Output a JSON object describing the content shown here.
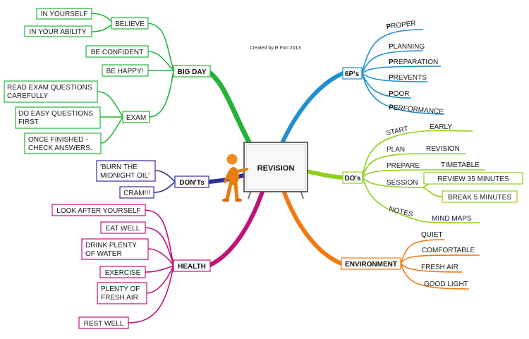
{
  "credit": "Created by R Fan 2013",
  "central": "REVISION",
  "big_day": {
    "label": "BIG DAY",
    "believe": {
      "label": "BELIEVE",
      "items": [
        "IN YOURSELF",
        "IN YOUR ABILITY"
      ]
    },
    "be_confident": "BE CONFIDENT",
    "be_happy": "BE HAPPY!",
    "exam": {
      "label": "EXAM",
      "items": [
        [
          "READ EXAM QUESTIONS",
          "CAREFULLY"
        ],
        [
          "DO EASY QUESTIONS",
          "FIRST"
        ],
        [
          "ONCE FINISHED -",
          "CHECK ANSWERS."
        ]
      ]
    }
  },
  "donts": {
    "label": "DON'Ts",
    "items": [
      [
        "'BURN THE",
        "MIDNIGHT OIL'"
      ],
      [
        "CRAM!!!"
      ]
    ]
  },
  "health": {
    "label": "HEALTH",
    "items": [
      [
        "LOOK AFTER YOURSELF"
      ],
      [
        "EAT WELL"
      ],
      [
        "DRINK PLENTY",
        "OF WATER"
      ],
      [
        "EXERCISE"
      ],
      [
        "PLENTY OF",
        "FRESH AIR"
      ],
      [
        "REST WELL"
      ]
    ]
  },
  "six_ps": {
    "label": "6P's",
    "items": [
      {
        "first": "P",
        "rest": "ROPER"
      },
      {
        "first": "P",
        "rest": "LANNING"
      },
      {
        "first": "P",
        "rest": "REPARATION"
      },
      {
        "first": "P",
        "rest": "REVENTS"
      },
      {
        "first": "P",
        "rest": "OOR"
      },
      {
        "first": "P",
        "rest": "ERFORMANCE"
      }
    ]
  },
  "dos": {
    "label": "DO's",
    "rows": [
      {
        "key": "START",
        "value": "EARLY"
      },
      {
        "key": "PLAN",
        "value": "REVISION"
      },
      {
        "key": "PREPARE",
        "value": "TIMETABLE"
      },
      {
        "key": "SESSION",
        "values": [
          "REVIEW 35 MINUTES",
          "BREAK 5 MINUTES"
        ]
      },
      {
        "key": "NOTES",
        "value": "MIND MAPS"
      }
    ]
  },
  "environment": {
    "label": "ENVIRONMENT",
    "items": [
      "QUIET",
      "COMFORTABLE",
      "FRESH AIR",
      "GOOD LIGHT"
    ]
  },
  "colors": {
    "big_day": "#23b33a",
    "donts": "#2f2f9a",
    "health": "#c0137a",
    "six_ps": "#1f8fd0",
    "dos": "#8fcf1e",
    "environment": "#f07a12",
    "figure": "#f08a1a"
  }
}
